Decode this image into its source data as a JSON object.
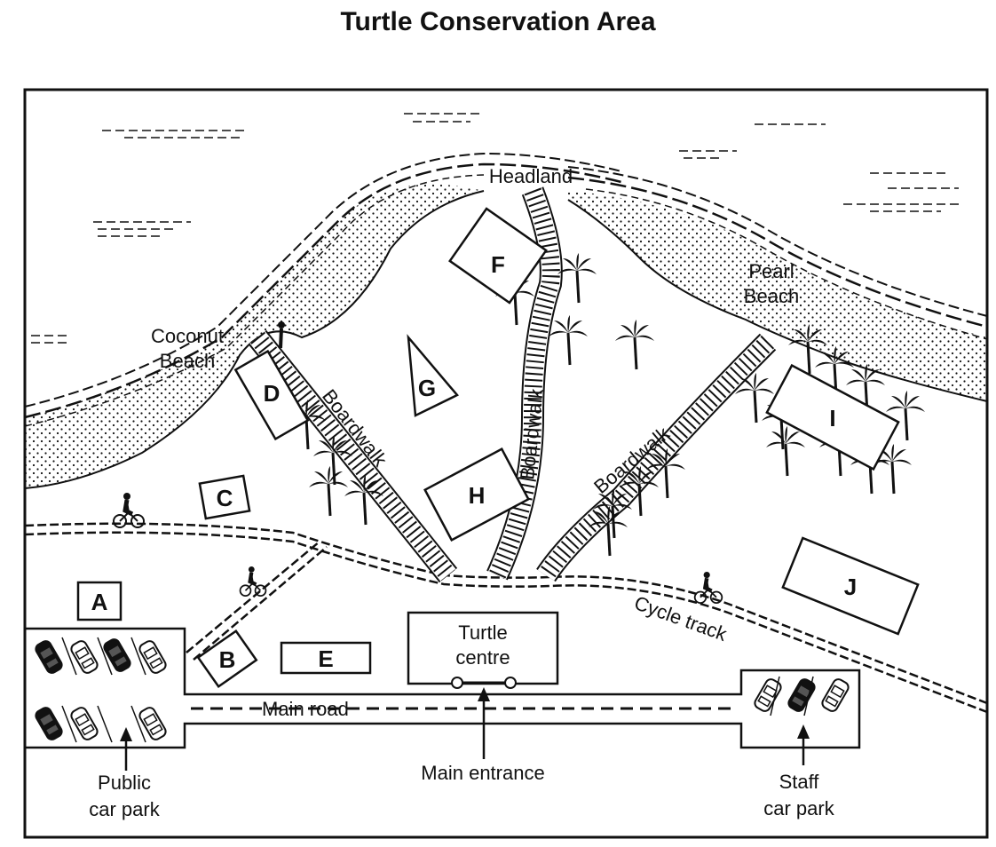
{
  "title": "Turtle Conservation Area",
  "labels": {
    "headland": "Headland",
    "coconut_line1": "Coconut",
    "coconut_line2": "Beach",
    "pearl_line1": "Pearl",
    "pearl_line2": "Beach",
    "boardwalk": "Boardwalk",
    "cycle_track": "Cycle track",
    "main_road": "Main road",
    "main_entrance": "Main entrance",
    "turtle_line1": "Turtle",
    "turtle_line2": "centre",
    "public_line1": "Public",
    "public_line2": "car park",
    "staff_line1": "Staff",
    "staff_line2": "car park"
  },
  "locations": {
    "A": "A",
    "B": "B",
    "C": "C",
    "D": "D",
    "E": "E",
    "F": "F",
    "G": "G",
    "H": "H",
    "I": "I",
    "J": "J"
  },
  "colors": {
    "ink": "#111111",
    "paper": "#ffffff"
  }
}
